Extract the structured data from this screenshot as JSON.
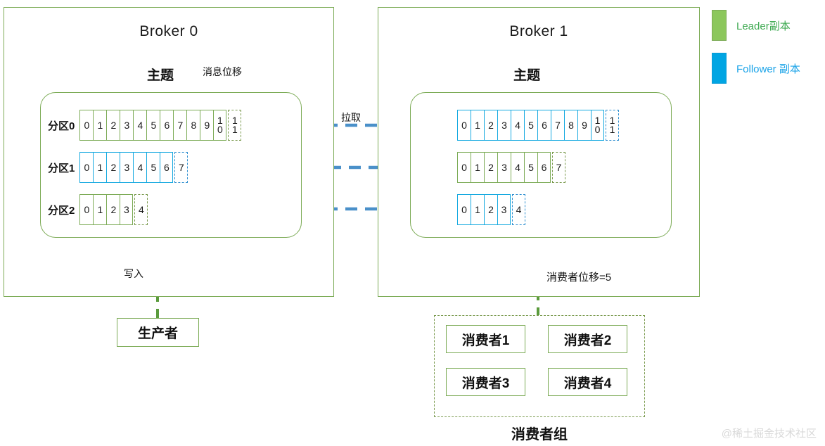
{
  "legend": {
    "items": [
      {
        "label": "Leader副本",
        "color": "#8CC75C",
        "text_color": "#3faa52"
      },
      {
        "label": "Follower 副本",
        "color": "#00A5E3",
        "text_color": "#1aa3e8"
      }
    ]
  },
  "brokers": [
    {
      "title": "Broker 0",
      "topic_label": "主题",
      "offset_annotation": "消息位移",
      "partitions": [
        {
          "label": "分区0",
          "role": "leader",
          "color": "green",
          "cells": [
            "0",
            "1",
            "2",
            "3",
            "4",
            "5",
            "6",
            "7",
            "8",
            "9",
            "10"
          ],
          "pending_cell": "11"
        },
        {
          "label": "分区1",
          "role": "follower",
          "color": "blue",
          "cells": [
            "0",
            "1",
            "2",
            "3",
            "4",
            "5",
            "6"
          ],
          "pending_cell": "7"
        },
        {
          "label": "分区2",
          "role": "leader",
          "color": "green",
          "cells": [
            "0",
            "1",
            "2",
            "3"
          ],
          "pending_cell": "4"
        }
      ]
    },
    {
      "title": "Broker 1",
      "topic_label": "主题",
      "offset_annotation": "",
      "partitions": [
        {
          "label": "",
          "role": "follower",
          "color": "blue",
          "cells": [
            "0",
            "1",
            "2",
            "3",
            "4",
            "5",
            "6",
            "7",
            "8",
            "9",
            "10"
          ],
          "pending_cell": "11"
        },
        {
          "label": "",
          "role": "leader",
          "color": "green",
          "cells": [
            "0",
            "1",
            "2",
            "3",
            "4",
            "5",
            "6"
          ],
          "pending_cell": "7"
        },
        {
          "label": "",
          "role": "follower",
          "color": "blue",
          "cells": [
            "0",
            "1",
            "2",
            "3"
          ],
          "pending_cell": "4"
        }
      ]
    }
  ],
  "arrows": {
    "pull_label": "拉取",
    "write_label": "写入",
    "consumer_offset_label": "消费者位移=5"
  },
  "producer": {
    "label": "生产者"
  },
  "consumer_group": {
    "caption": "消费者组",
    "consumers": [
      "消费者1",
      "消费者2",
      "消费者3",
      "消费者4"
    ]
  },
  "watermark": "@稀土掘金技术社区"
}
